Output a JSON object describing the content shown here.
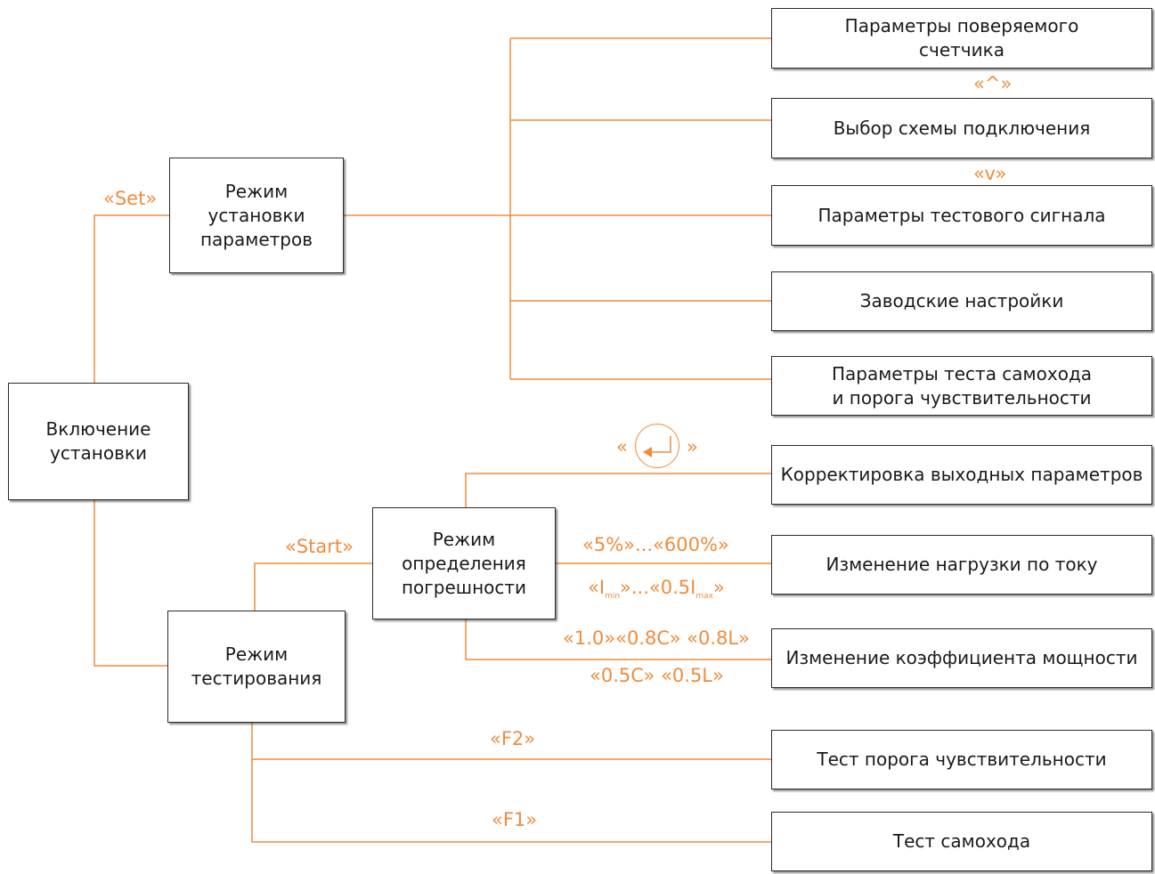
{
  "boxes": {
    "power_on": "Включение\nустановки",
    "setup_mode": "Режим\nустановки\nпараметров",
    "test_mode": "Режим\nтестирования",
    "error_mode": "Режим\nопределения\nпогрешности",
    "meter_params": "Параметры поверяемого\nсчетчика",
    "connection_scheme": "Выбор схемы подключения",
    "test_signal_params": "Параметры тестового сигнала",
    "factory_settings": "Заводские настройки",
    "creep_test_params": "Параметры теста самохода\nи порога чувствительности",
    "output_correction": "Корректировка выходных параметров",
    "current_load_change": "Изменение нагрузки по току",
    "power_factor_change": "Изменение коэффициента мощности",
    "sensitivity_test": "Тест порога чувствительности",
    "creep_test": "Тест самохода"
  },
  "labels": {
    "set": "«Set»",
    "up": "«^»",
    "down": "«v»",
    "start": "«Start»",
    "enter_open": "«",
    "enter_close": "»",
    "percent_range": "«5%»...«600%»",
    "current_range_a": "«I",
    "current_range_sub1": "min",
    "current_range_b": "»...«0.5I",
    "current_range_sub2": "max",
    "current_range_c": "»",
    "pf_line1": "«1.0»«0.8C» «0.8L»",
    "pf_line2": "«0.5C» «0.5L»",
    "f2": "«F2»",
    "f1": "«F1»"
  },
  "colors": {
    "accent": "#ef8c3c",
    "border": "#2b2b2b",
    "text": "#1a1a1a"
  }
}
